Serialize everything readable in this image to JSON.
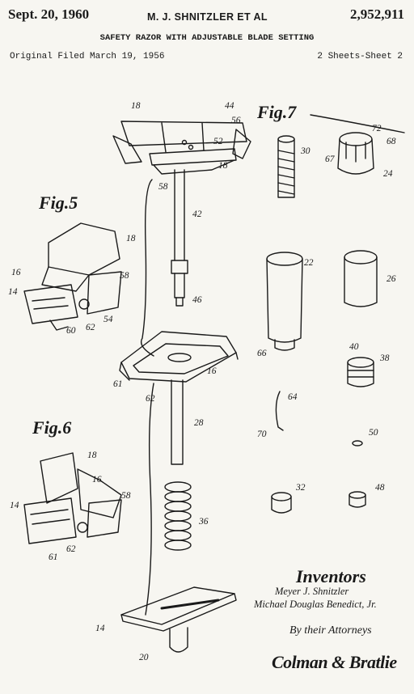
{
  "header": {
    "date": "Sept. 20, 1960",
    "inventor_line": "M. J. SHNITZLER ET AL",
    "patent_number": "2,952,911",
    "title": "SAFETY RAZOR WITH ADJUSTABLE BLADE SETTING",
    "original_filed": "Original Filed March 19, 1956",
    "sheets": "2 Sheets-Sheet 2"
  },
  "figures": {
    "fig5": "Fig.5",
    "fig6": "Fig.6",
    "fig7": "Fig.7"
  },
  "refs": {
    "r18a": "18",
    "r44": "44",
    "r56": "56",
    "r52": "52",
    "r18b": "18",
    "r58a": "58",
    "r42": "42",
    "r46": "46",
    "r30": "30",
    "r72": "72",
    "r68": "68",
    "r67": "67",
    "r24": "24",
    "r22": "22",
    "r26": "26",
    "r66": "66",
    "r40": "40",
    "r38": "38",
    "r18c": "18",
    "r16a": "16",
    "r58b": "58",
    "r14a": "14",
    "r54": "54",
    "r60": "60",
    "r62a": "62",
    "r61a": "61",
    "r16b": "16",
    "r62b": "62",
    "r28": "28",
    "r64": "64",
    "r70": "70",
    "r50": "50",
    "r18d": "18",
    "r16c": "16",
    "r58c": "58",
    "r14b": "14",
    "r61b": "61",
    "r62c": "62",
    "r36": "36",
    "r32": "32",
    "r48": "48",
    "r14c": "14",
    "r20": "20"
  },
  "inventors": {
    "heading": "Inventors",
    "name1": "Meyer J. Shnitzler",
    "name2": "Michael Douglas Benedict, Jr.",
    "attorneys": "By their Attorneys",
    "signature": "Colman & Bratlie"
  }
}
